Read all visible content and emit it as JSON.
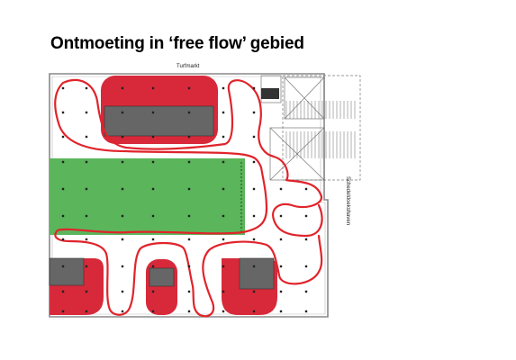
{
  "title": "Ontmoeting in ‘free flow’ gebied",
  "street_top": "Turfmarkt",
  "street_side": "Schedeldoekshaven",
  "colors": {
    "zone_red": "#d7293a",
    "zone_green": "#5bb55b",
    "block_grey": "#666666",
    "flow_line": "#e0242b",
    "outline": "#888888"
  }
}
